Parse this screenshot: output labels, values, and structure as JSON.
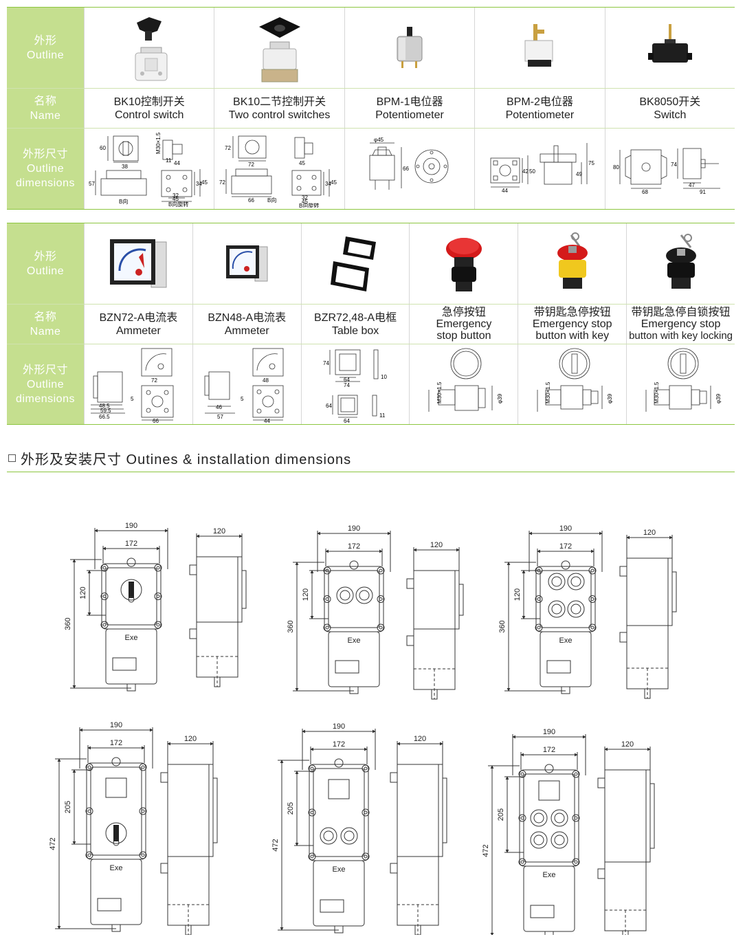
{
  "labels": {
    "outline": {
      "cn": "外形",
      "en": "Outline"
    },
    "name": {
      "cn": "名称",
      "en": "Name"
    },
    "dims": {
      "cn": "外形尺寸",
      "en1": "Outline",
      "en2": "dimensions"
    }
  },
  "table1": {
    "products": [
      {
        "cn": "BK10控制开关",
        "en": "Control switch",
        "dims": {
          "d1": "60",
          "d2": "38",
          "d3": "M30×1.5",
          "d4": "11",
          "d5": "44",
          "d6": "57",
          "d7": "34",
          "d8": "45",
          "d9": "32",
          "d10": "45",
          "b1": "B向",
          "b2": "B向旋转"
        }
      },
      {
        "cn": "BK10二节控制开关",
        "en": "Two control switches",
        "dims": {
          "d1": "72",
          "d2": "72",
          "d3": "45",
          "d4": "72",
          "d5": "34",
          "d6": "45",
          "d7": "66",
          "d8": "32",
          "d9": "45",
          "b1": "B向",
          "b2": "B向旋转"
        }
      },
      {
        "cn": "BPM-1电位器",
        "en": "Potentiometer",
        "dims": {
          "d1": "φ45",
          "d2": "66"
        }
      },
      {
        "cn": "BPM-2电位器",
        "en": "Potentiometer",
        "dims": {
          "d1": "42",
          "d2": "50",
          "d3": "44",
          "d4": "49",
          "d5": "75"
        }
      },
      {
        "cn": "BK8050开关",
        "en": "Switch",
        "dims": {
          "d1": "80",
          "d2": "68",
          "d3": "74",
          "d4": "47",
          "d5": "91"
        }
      }
    ]
  },
  "table2": {
    "products": [
      {
        "cn": "BZN72-A电流表",
        "en1": "Ammeter",
        "en2": "",
        "dims": {
          "d1": "72",
          "d2": "5",
          "d3": "48.5",
          "d4": "59.5",
          "d5": "66.5",
          "d6": "66"
        }
      },
      {
        "cn": "BZN48-A电流表",
        "en1": "Ammeter",
        "en2": "",
        "dims": {
          "d1": "48",
          "d2": "5",
          "d3": "46",
          "d4": "57",
          "d5": "44"
        }
      },
      {
        "cn": "BZR72,48-A电框",
        "en1": "Table box",
        "en2": "",
        "dims": {
          "d1": "74",
          "d2": "64",
          "d3": "74",
          "d4": "10",
          "d5": "64",
          "d6": "64",
          "d7": "11"
        }
      },
      {
        "cn": "急停按钮",
        "en1": "Emergency",
        "en2": "stop button",
        "dims": {
          "d1": "M30×1.5",
          "d2": "φ39"
        }
      },
      {
        "cn": "带钥匙急停按钮",
        "en1": "Emergency stop",
        "en2": "button with key",
        "dims": {
          "d1": "M30×1.5",
          "d2": "φ39"
        }
      },
      {
        "cn": "带钥匙急停自锁按钮",
        "en1": "Emergency stop",
        "en2": "button with key locking",
        "dims": {
          "d1": "M30×1.5",
          "d2": "φ39"
        }
      }
    ]
  },
  "section_heading": "外形及安装尺寸 Outines & installation dimensions",
  "drawings": {
    "w_outer": "190",
    "w_inner": "172",
    "depth": "120",
    "h_small": "360",
    "h_large": "472",
    "sp_small": "120",
    "sp_large": "205",
    "mark": "Exe"
  },
  "colors": {
    "accent": "#8cc63f",
    "label_bg": "#c5df8f"
  }
}
